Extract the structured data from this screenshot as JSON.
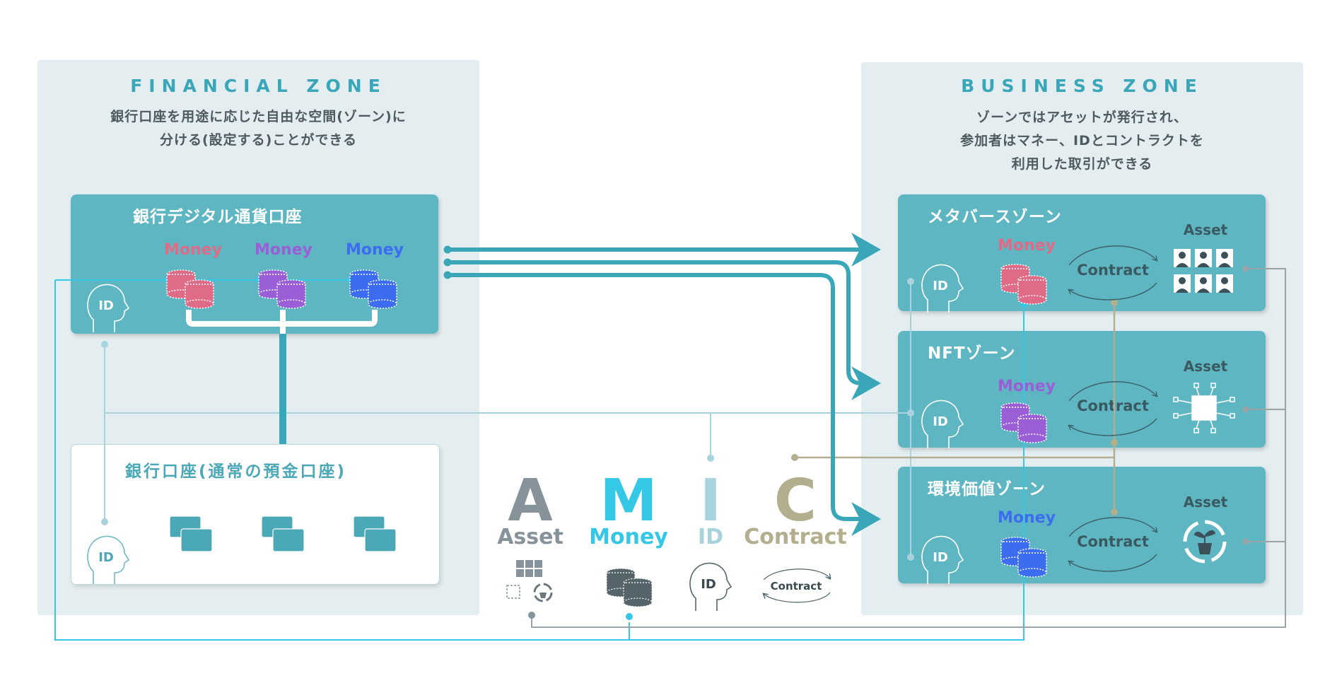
{
  "financial_zone": {
    "title": "FINANCIAL ZONE",
    "description_line1": "銀行口座を用途に応じた自由な空間(ゾーン)に",
    "description_line2": "分ける(設定する)ことができる",
    "digital_account": {
      "title": "銀行デジタル通貨口座",
      "id_label": "ID",
      "money": [
        {
          "label": "Money",
          "color": "#e06b86"
        },
        {
          "label": "Money",
          "color": "#9a5ed6"
        },
        {
          "label": "Money",
          "color": "#3c6cf0"
        }
      ]
    },
    "normal_account": {
      "title": "銀行口座(通常の預金口座)",
      "id_label": "ID"
    }
  },
  "business_zone": {
    "title": "BUSINESS ZONE",
    "description_line1": "ゾーンではアセットが発行され、",
    "description_line2": "参加者はマネー、IDとコントラクトを",
    "description_line3": "利用した取引ができる",
    "zones": [
      {
        "title": "メタバースゾーン",
        "money_label": "Money",
        "money_color": "#e06b86",
        "contract_label": "Contract",
        "asset_label": "Asset",
        "asset_icon": "people-grid-icon",
        "id_label": "ID"
      },
      {
        "title": "NFTゾーン",
        "money_label": "Money",
        "money_color": "#9a5ed6",
        "contract_label": "Contract",
        "asset_label": "Asset",
        "asset_icon": "chip-circuit-icon",
        "id_label": "ID"
      },
      {
        "title": "環境価値ゾーン",
        "money_label": "Money",
        "money_color": "#3c6cf0",
        "contract_label": "Contract",
        "asset_label": "Asset",
        "asset_icon": "plant-recycle-icon",
        "id_label": "ID"
      }
    ]
  },
  "legend": {
    "items": [
      {
        "letter": "A",
        "word": "Asset",
        "color": "#86939a"
      },
      {
        "letter": "M",
        "word": "Money",
        "color": "#35c7e6"
      },
      {
        "letter": "I",
        "word": "ID",
        "color": "#a9d3dc"
      },
      {
        "letter": "C",
        "word": "Contract",
        "color": "#b3ae8e"
      }
    ],
    "id_icon_label": "ID",
    "contract_icon_label": "Contract"
  },
  "colors": {
    "teal_card": "#5fb6c3",
    "flow_arrow": "#3aa7b8",
    "money_line": "#35c7e6",
    "id_line": "#a9d3dc",
    "contract_line": "#b3ae8e",
    "asset_line": "#9aa3a7"
  }
}
